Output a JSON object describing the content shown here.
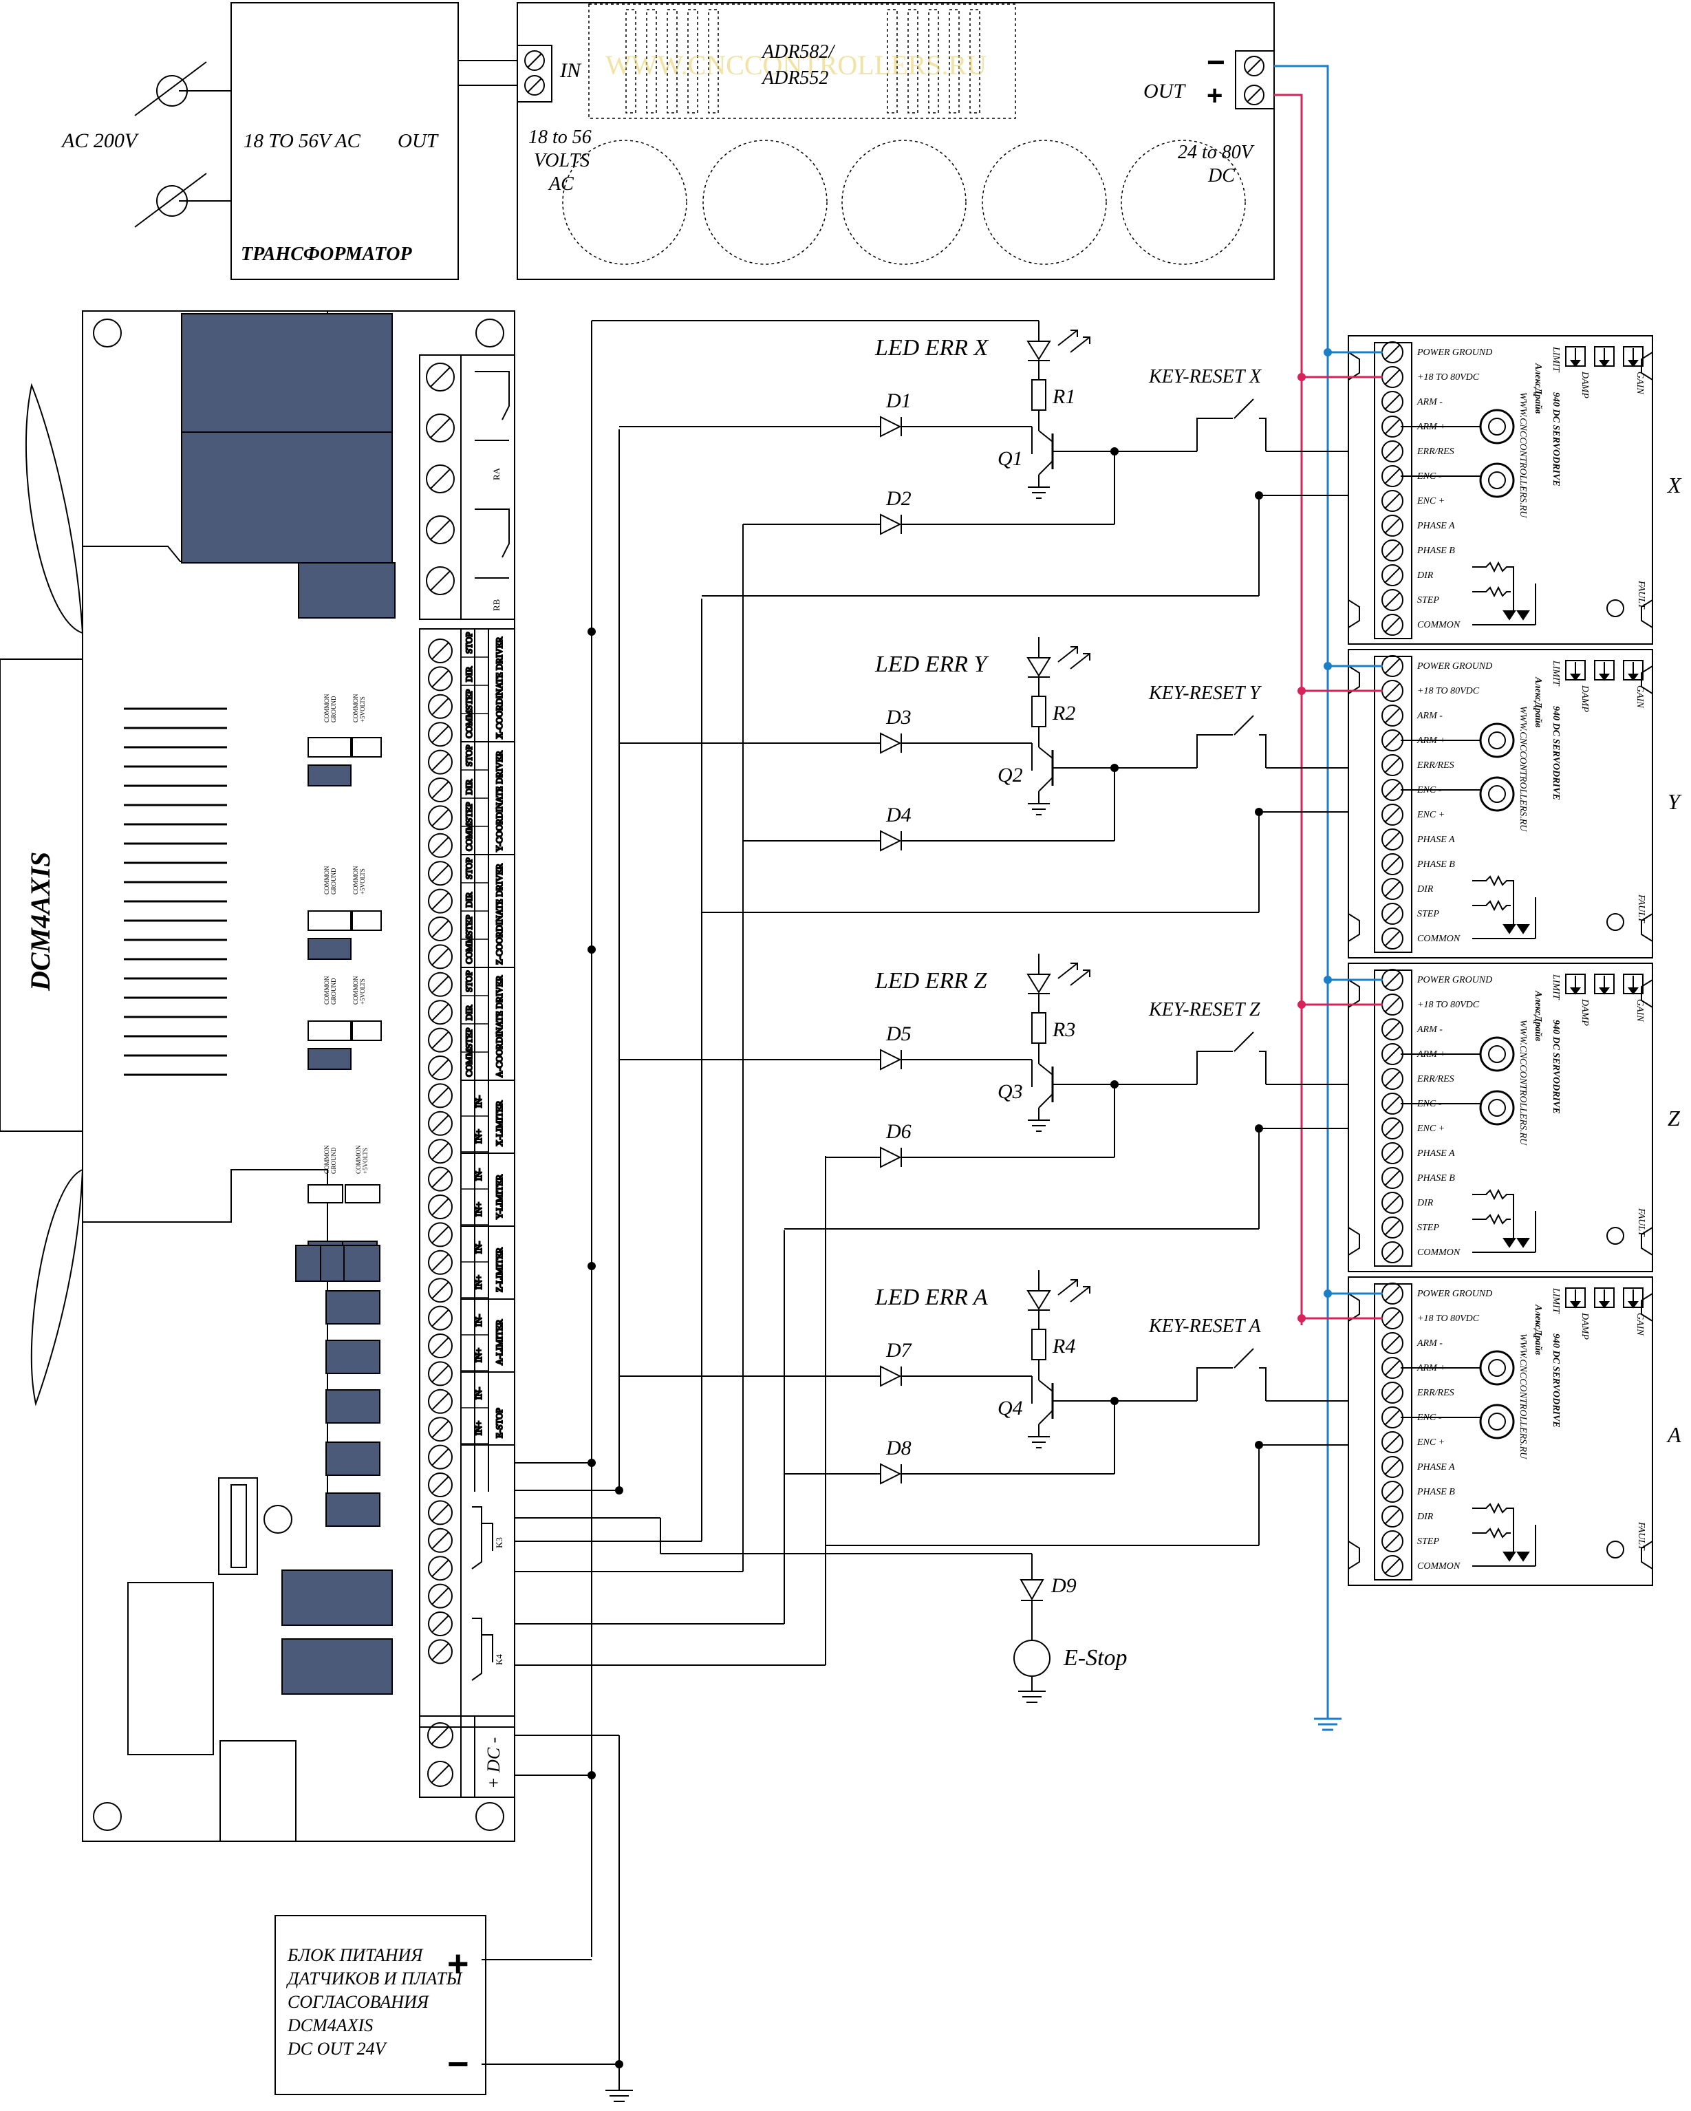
{
  "ac_input": {
    "label": "AC 200V"
  },
  "transformer": {
    "spec": "18 TO 56V AC",
    "out_label": "OUT",
    "name": "ТРАНСФОРМАТОР"
  },
  "psu": {
    "model_line1": "ADR582/",
    "model_line2": "ADR552",
    "watermark": "WWW.CNCCONTROLLERS.RU",
    "in_label": "IN",
    "out_label": "OUT",
    "minus": "−",
    "plus": "+",
    "in_spec": [
      "18 to 56",
      "VOLTS",
      "AC"
    ],
    "out_spec": [
      "24 to 80V",
      "DC"
    ]
  },
  "board": {
    "name": "DCM4AXIS",
    "relay_labels": [
      "RA",
      "RB"
    ],
    "jumper_label_a": [
      "COMMON",
      "GROUND"
    ],
    "jumper_label_b": [
      "COMMON",
      "+5VOLTS"
    ],
    "driver_groups": [
      {
        "title": "X-COORDINATE DRIVER",
        "pins": [
          "STOP",
          "DIR",
          "STEP",
          "COMM"
        ]
      },
      {
        "title": "Y-COORDINATE DRIVER",
        "pins": [
          "STOP",
          "DIR",
          "STEP",
          "COMM"
        ]
      },
      {
        "title": "Z-COORDINATE DRIVER",
        "pins": [
          "STOP",
          "DIR",
          "STEP",
          "COMM"
        ]
      },
      {
        "title": "A-COORDINATE DRIVER",
        "pins": [
          "STOP",
          "DIR",
          "STEP",
          "COMM"
        ]
      }
    ],
    "limiters": [
      "X-LIMITER",
      "Y-LIMITER",
      "Z-LIMITER",
      "A-LIMITER",
      "E-STOP"
    ],
    "in_pins": [
      "IN-",
      "IN+"
    ],
    "k_labels": [
      "K3",
      "K4"
    ],
    "dc_label": "+ DC -"
  },
  "channels": [
    {
      "led": "LED ERR X",
      "r": "R1",
      "q": "Q1",
      "d1": "D1",
      "d2": "D2",
      "key": "KEY-RESET X",
      "axis": "X"
    },
    {
      "led": "LED ERR Y",
      "r": "R2",
      "q": "Q2",
      "d1": "D3",
      "d2": "D4",
      "key": "KEY-RESET Y",
      "axis": "Y"
    },
    {
      "led": "LED ERR Z",
      "r": "R3",
      "q": "Q3",
      "d1": "D5",
      "d2": "D6",
      "key": "KEY-RESET Z",
      "axis": "Z"
    },
    {
      "led": "LED ERR A",
      "r": "R4",
      "q": "Q4",
      "d1": "D7",
      "d2": "D8",
      "key": "KEY-RESET A",
      "axis": "A"
    }
  ],
  "servo": {
    "terminals": [
      "POWER GROUND",
      "+18 TO 80VDC",
      "ARM -",
      "ARM +",
      "ERR/RES",
      "ENC -",
      "ENC +",
      "PHASE A",
      "PHASE B",
      "DIR",
      "STEP",
      "COMMON"
    ],
    "title": "940 DC SERVODRIVE",
    "brand": "АлексДрайв",
    "site": "WWW.CNCCONTROLLERS.RU",
    "pots": [
      "LIMIT",
      "DAMP",
      "GAIN"
    ],
    "fault": "FAULT"
  },
  "estop": {
    "diode": "D9",
    "label": "E-Stop"
  },
  "supply24": {
    "lines": [
      "БЛОК ПИТАНИЯ",
      "ДАТЧИКОВ И ПЛАТЫ",
      "СОГЛАСОВАНИЯ",
      "DCM4AXIS",
      "DC OUT 24V"
    ],
    "plus": "+",
    "minus": "−"
  },
  "colors": {
    "power_plus": "#d6245a",
    "power_ground": "#1a7fc7",
    "dark_block": "#4a5a78"
  }
}
